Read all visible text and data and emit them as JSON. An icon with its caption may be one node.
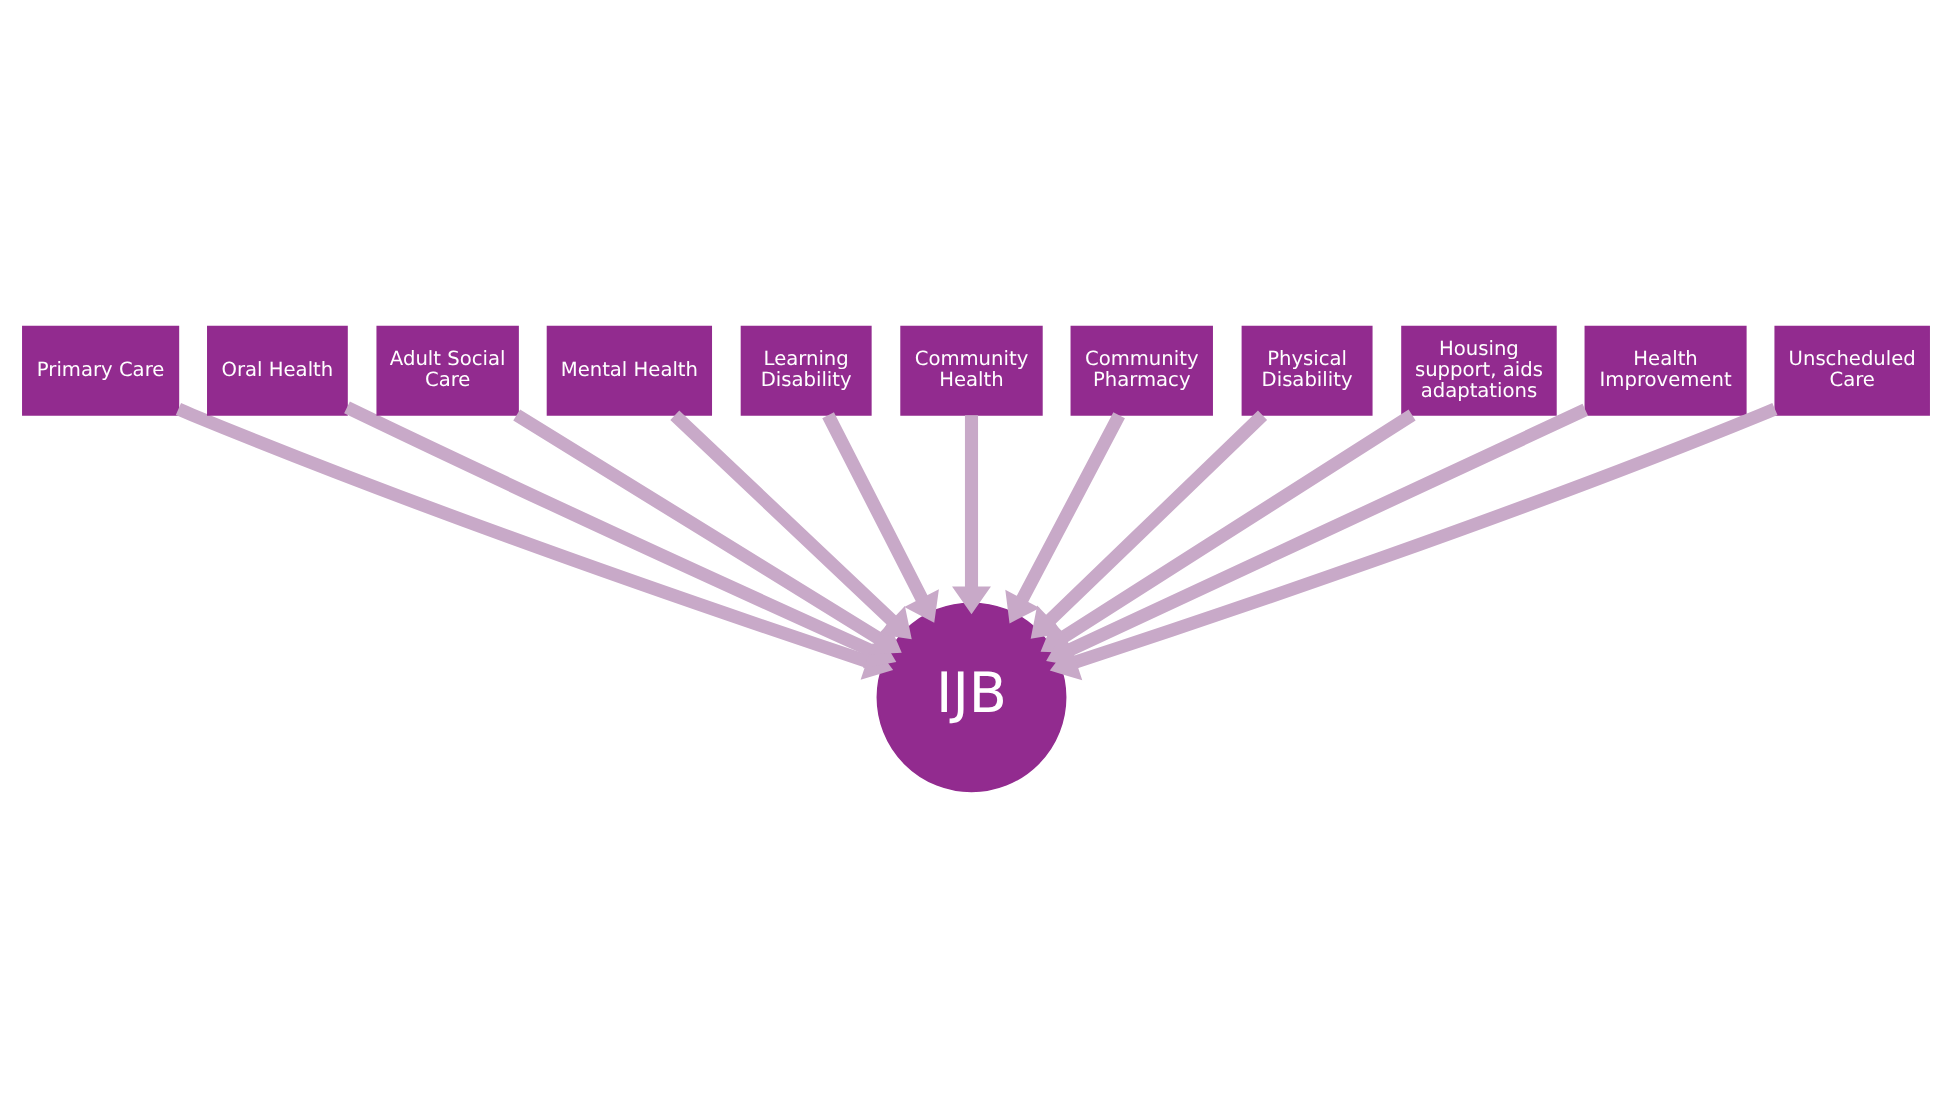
{
  "diagram": {
    "nodes": [
      {
        "text": [
          "Primary Care"
        ]
      },
      {
        "text": [
          "Oral Health"
        ]
      },
      {
        "text": [
          "Adult Social Care"
        ]
      },
      {
        "text": [
          "Mental Health"
        ]
      },
      {
        "text": [
          "Learning Disability"
        ]
      },
      {
        "text": [
          "Community Health"
        ]
      },
      {
        "text": [
          "Community Pharmacy"
        ]
      },
      {
        "text": [
          "Physical Disability"
        ]
      },
      {
        "text": [
          "Housing support, aids adaptations"
        ]
      },
      {
        "text": [
          "Health Improvement"
        ]
      },
      {
        "text": [
          "Unscheduled Care"
        ]
      },
      {
        "text": [
          "IJB"
        ]
      }
    ],
    "edges": [
      {
        "from": 0,
        "to": 11,
        "arrow": "to"
      },
      {
        "from": 1,
        "to": 11,
        "arrow": "to"
      },
      {
        "from": 2,
        "to": 11,
        "arrow": "to"
      },
      {
        "from": 3,
        "to": 11,
        "arrow": "to"
      },
      {
        "from": 4,
        "to": 11,
        "arrow": "to"
      },
      {
        "from": 5,
        "to": 11,
        "arrow": "to"
      },
      {
        "from": 6,
        "to": 11,
        "arrow": "to"
      },
      {
        "from": 7,
        "to": 11,
        "arrow": "to"
      },
      {
        "from": 8,
        "to": 11,
        "arrow": "to"
      },
      {
        "from": 9,
        "to": 11,
        "arrow": "to"
      },
      {
        "from": 10,
        "to": 11,
        "arrow": "to"
      }
    ]
  }
}
